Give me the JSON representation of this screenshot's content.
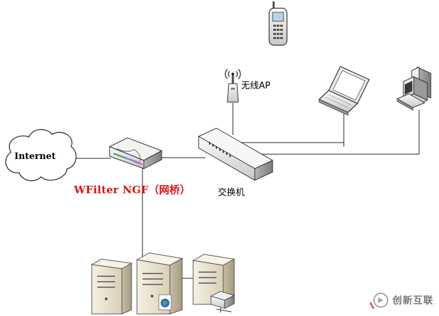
{
  "labels": {
    "internet": "Internet",
    "bridge": "WFilter NGF（网桥）",
    "switch": "交换机",
    "wireless_ap": "无线AP",
    "watermark": "创新互联"
  },
  "colors": {
    "line": "#222222",
    "bridge_label": "#e01010",
    "device_light": "#f0f0f0",
    "device_mid": "#c8c8c8",
    "device_dark": "#7a7a7a",
    "server_body": "#ece5d2",
    "server_shade": "#bfb39a",
    "watermark": "#888888"
  }
}
